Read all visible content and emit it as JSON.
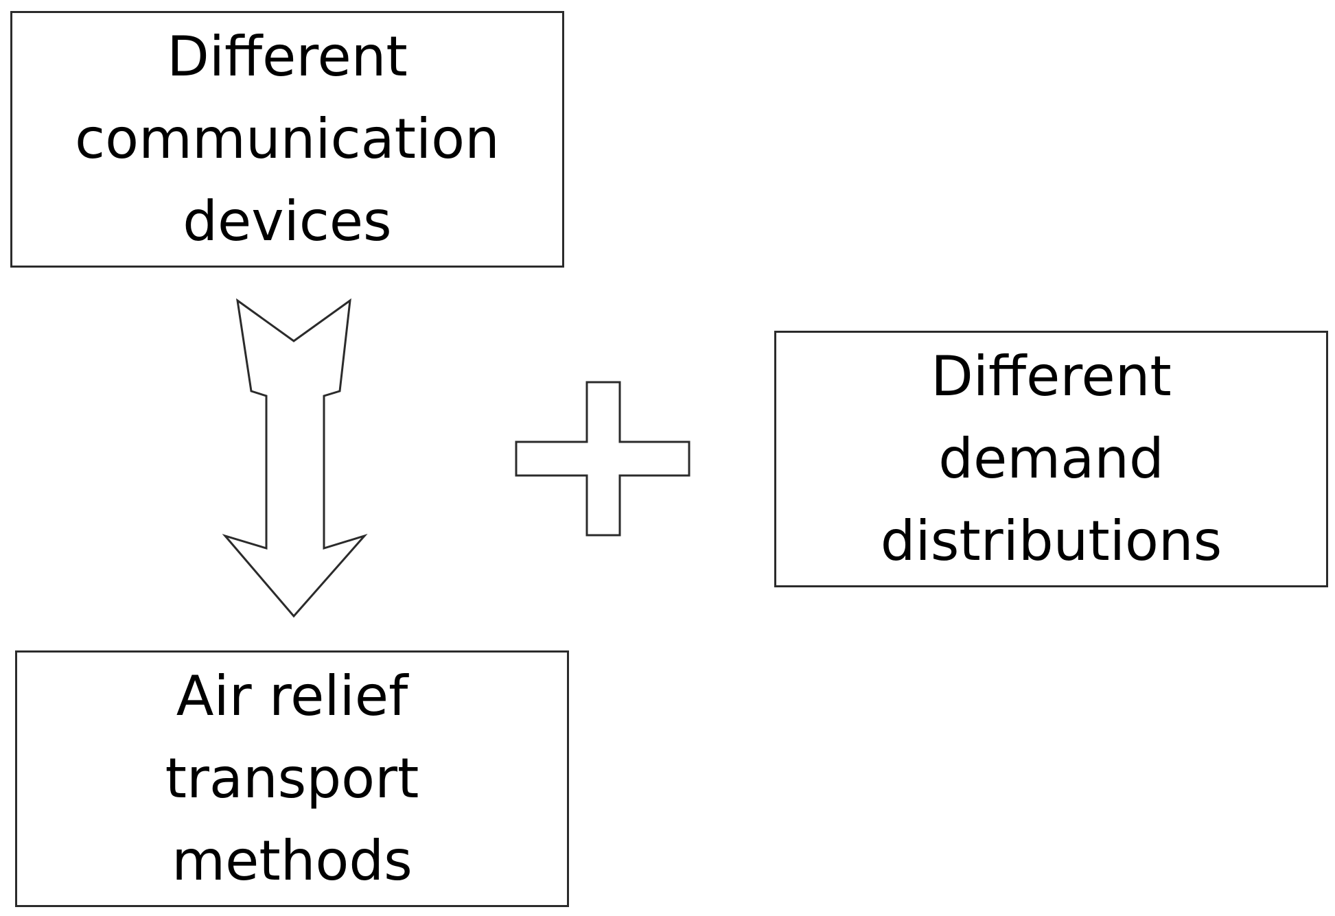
{
  "diagram": {
    "boxes": {
      "devices": {
        "lines": [
          "Different",
          "communication",
          "devices"
        ]
      },
      "demand": {
        "lines": [
          "Different",
          "demand",
          "distributions"
        ]
      },
      "transport": {
        "lines": [
          "Air relief",
          "transport",
          "methods"
        ]
      }
    },
    "connectors": {
      "arrow": {
        "from": "devices",
        "to": "transport",
        "shape": "down-arrow-icon"
      },
      "plus": {
        "shape": "plus-icon"
      }
    },
    "colors": {
      "stroke": "#2b2b2b",
      "fill": "#ffffff",
      "text": "#000000"
    }
  }
}
